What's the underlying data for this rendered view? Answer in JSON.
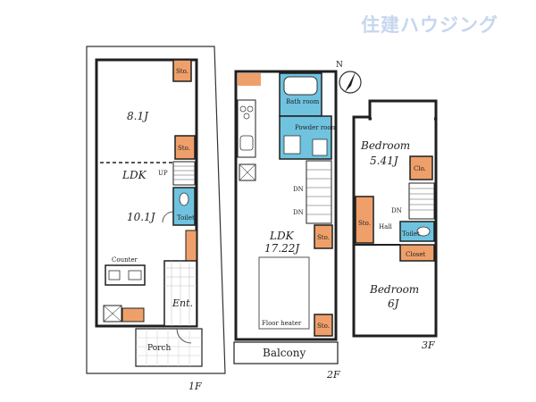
{
  "logo": {
    "text": "住建ハウジング",
    "color": "#c5d5ef"
  },
  "colors": {
    "wall": "#1f1f1f",
    "utility": "#efa06a",
    "water": "#6fc3df",
    "floor": "#ffffff"
  },
  "compass": {
    "label": "N"
  },
  "floors": [
    {
      "id": "1F",
      "label": "1F",
      "rooms": {
        "upper_size": "8.1J",
        "ldk": "LDK",
        "lower_size": "10.1J",
        "storage_top": "Sto.",
        "storage_mid": "Sto.",
        "toilet": "Toilet",
        "up": "UP",
        "counter": "Counter",
        "entrance": "Ent.",
        "porch": "Porch"
      }
    },
    {
      "id": "2F",
      "label": "2F",
      "rooms": {
        "bath": "Bath room",
        "powder": "Powder room",
        "ldk": "LDK",
        "ldk_size": "17.22J",
        "floor_heater": "Floor heater",
        "storage_mid": "Sto.",
        "storage_low": "Sto.",
        "dn_upper": "DN",
        "dn_lower": "DN",
        "balcony": "Balcony"
      }
    },
    {
      "id": "3F",
      "label": "3F",
      "rooms": {
        "bedroom1": "Bedroom",
        "bedroom1_size": "5.41J",
        "closet_top": "Clo.",
        "dn": "DN",
        "storage": "Sto.",
        "hall": "Hall",
        "toilet": "Toilet",
        "closet": "Closet",
        "bedroom2": "Bedroom",
        "bedroom2_size": "6J"
      }
    }
  ]
}
